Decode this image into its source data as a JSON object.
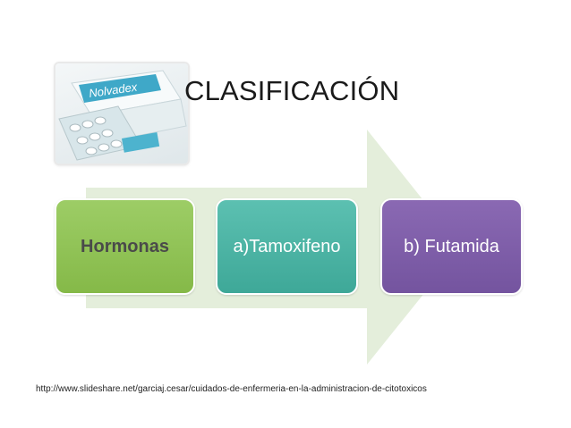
{
  "slide": {
    "title": "CLASIFICACIÓN",
    "photo_label": "Nolvadex",
    "boxes": [
      {
        "label": "Hormonas",
        "color": "#8ec357"
      },
      {
        "label": "a)Tamoxifeno",
        "color": "#4bb4a4"
      },
      {
        "label": "b) Futamida",
        "color": "#7e5fa9"
      }
    ],
    "source_url": "http://www.slideshare.net/garciaj.cesar/cuidados-de-enfermeria-en-la-administracion-de-citotoxicos"
  },
  "colors": {
    "arrow": "#e4eedb",
    "title": "#1a1a1a"
  }
}
